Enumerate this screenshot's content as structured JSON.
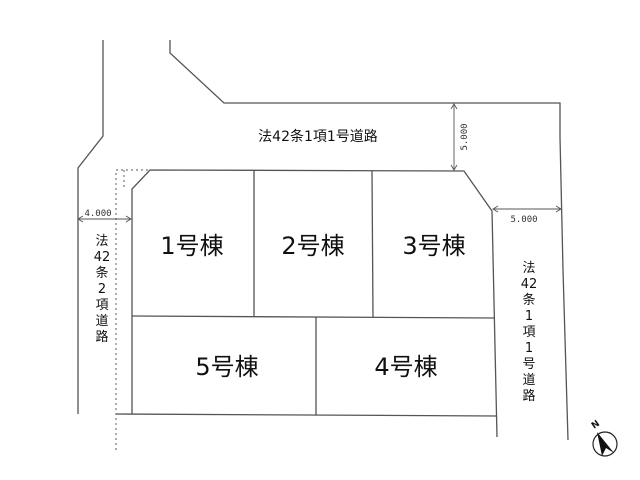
{
  "roads": {
    "north": {
      "label": "法42条1項1号道路",
      "width": "5.000"
    },
    "east": {
      "label_chars": [
        "法",
        "42",
        "条",
        "1",
        "項",
        "1",
        "号",
        "道",
        "路"
      ],
      "width": "5.000"
    },
    "west": {
      "label_chars": [
        "法",
        "42",
        "条",
        "2",
        "項",
        "道",
        "路"
      ],
      "width": "4.000"
    }
  },
  "lots": [
    {
      "id": "lot-1",
      "label": "1号棟"
    },
    {
      "id": "lot-2",
      "label": "2号棟"
    },
    {
      "id": "lot-3",
      "label": "3号棟"
    },
    {
      "id": "lot-4",
      "label": "4号棟"
    },
    {
      "id": "lot-5",
      "label": "5号棟"
    }
  ],
  "compass": {
    "label": "N"
  },
  "colors": {
    "line": "#555555",
    "text": "#111111",
    "background": "#ffffff"
  }
}
